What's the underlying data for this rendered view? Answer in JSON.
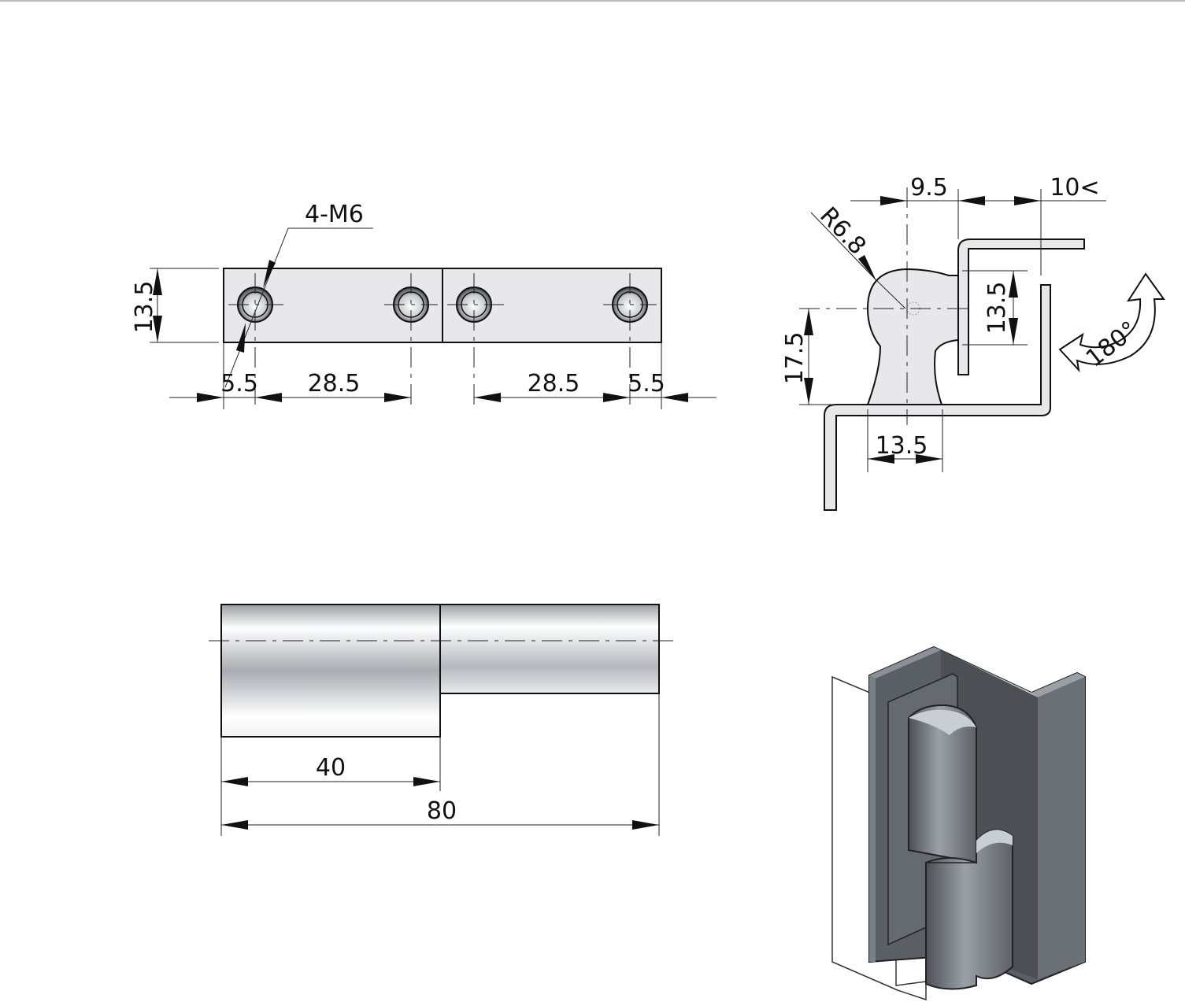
{
  "dimensions": {
    "thread_callout": "4-M6",
    "plate_height": "13.5",
    "edge_left": "5.5",
    "pitch_left": "28.5",
    "pitch_right": "28.5",
    "edge_right": "5.5",
    "radius": "R6.8",
    "pin_offset": "9.5",
    "gap": "10<",
    "wing_height": "13.5",
    "pin_to_base": "17.5",
    "knuckle_width": "13.5",
    "rotation": "180°",
    "leaf_length": "40",
    "total_length": "80"
  },
  "colors": {
    "part_fill": "#e8e8ea",
    "render_dark": "#5d6166",
    "render_mid": "#8a9096",
    "render_light": "#c7ccd1",
    "line": "#111111"
  }
}
